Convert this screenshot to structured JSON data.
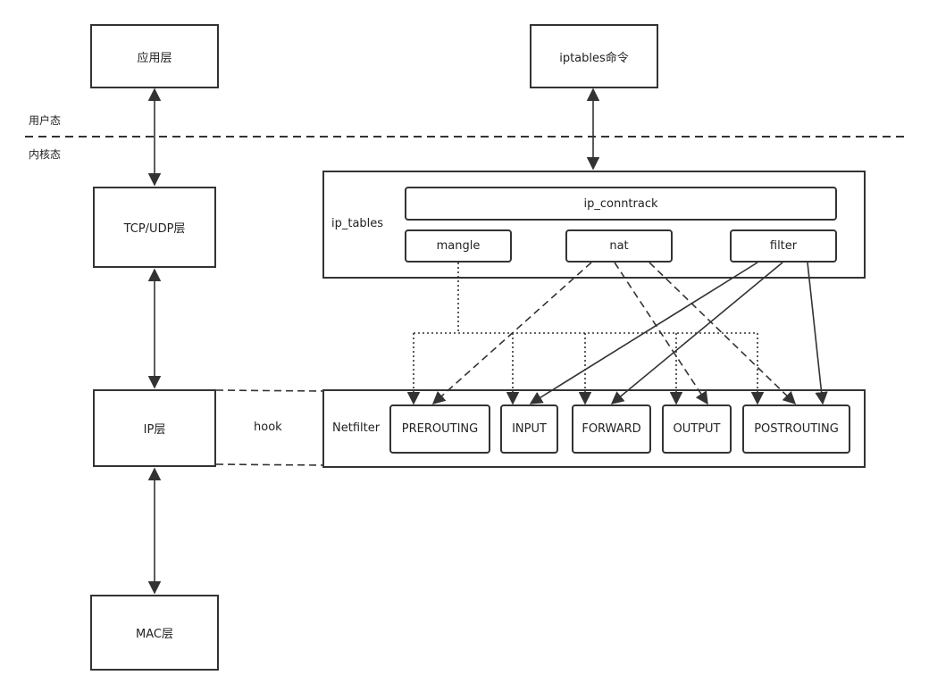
{
  "user_layer": {
    "app_layer": "应用层",
    "iptables_cmd": "iptables命令"
  },
  "divider": {
    "user_mode": "用户态",
    "kernel_mode": "内核态"
  },
  "stack": {
    "tcp_udp": "TCP/UDP层",
    "ip": "IP层",
    "mac": "MAC层"
  },
  "hook_label": "hook",
  "ip_tables": {
    "label": "ip_tables",
    "conntrack": "ip_conntrack",
    "tables": [
      "mangle",
      "nat",
      "filter"
    ]
  },
  "netfilter": {
    "label": "Netfilter",
    "hooks": [
      "PREROUTING",
      "INPUT",
      "FORWARD",
      "OUTPUT",
      "POSTROUTING"
    ]
  },
  "colors": {
    "line": "#333333"
  }
}
